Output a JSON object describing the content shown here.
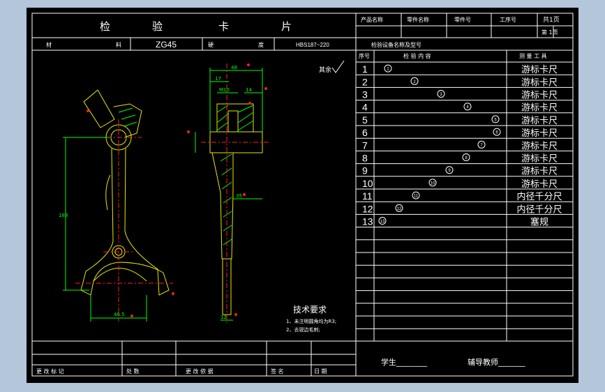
{
  "card": {
    "title_chars": [
      "检",
      "验",
      "卡",
      "片"
    ],
    "product_name_label": "产品名称",
    "part_name_label": "零件名称",
    "part_no_label": "零件号",
    "process_no_label": "工序号",
    "total_pages": "共1页",
    "page_no": "第 1页"
  },
  "material": {
    "label_left": "材",
    "label_right": "料",
    "value": "ZG45",
    "hardness_left": "硬",
    "hardness_right": "度",
    "hardness_value": "HBS187~220",
    "equipment_label": "检验设备名称及型号"
  },
  "inspection": {
    "headers": {
      "seq": "序号",
      "content": "检  验  内  容",
      "tool": "测 量 工 具"
    },
    "rows": [
      {
        "seq": "1",
        "mark": "1",
        "tool": "游标卡尺"
      },
      {
        "seq": "2",
        "mark": "2",
        "tool": "游标卡尺"
      },
      {
        "seq": "3",
        "mark": "3",
        "tool": "游标卡尺"
      },
      {
        "seq": "4",
        "mark": "4",
        "tool": "游标卡尺"
      },
      {
        "seq": "5",
        "mark": "5",
        "tool": "游标卡尺"
      },
      {
        "seq": "6",
        "mark": "6",
        "tool": "游标卡尺"
      },
      {
        "seq": "7",
        "mark": "7",
        "tool": "游标卡尺"
      },
      {
        "seq": "8",
        "mark": "8",
        "tool": "游标卡尺"
      },
      {
        "seq": "9",
        "mark": "9",
        "tool": "游标卡尺"
      },
      {
        "seq": "10",
        "mark": "10",
        "tool": "游标卡尺"
      },
      {
        "seq": "11",
        "mark": "11",
        "tool": "内径千分尺"
      },
      {
        "seq": "12",
        "mark": "12",
        "tool": "内径千分尺"
      },
      {
        "seq": "13",
        "mark": "13",
        "tool": "塞规"
      }
    ]
  },
  "drawing": {
    "roughness_note": "其余",
    "tech_title": "技术要求",
    "tech_note_1": "1、未注明圆角均为R3;",
    "tech_note_2": "2、去锐边毛刺;",
    "dim_48": "48",
    "dim_17": "17",
    "dim_m10": "M10",
    "dim_14": "14",
    "dim_35": "35",
    "dim_188": "188",
    "dim_465": "46.5",
    "dim_12": "12"
  },
  "footer": {
    "change_mark": "更 改 标 记",
    "count": "处 数",
    "change_doc": "更 改 依 据",
    "signature": "签  名",
    "date": "日 期",
    "student": "学生________",
    "teacher": "辅导教师_______"
  }
}
